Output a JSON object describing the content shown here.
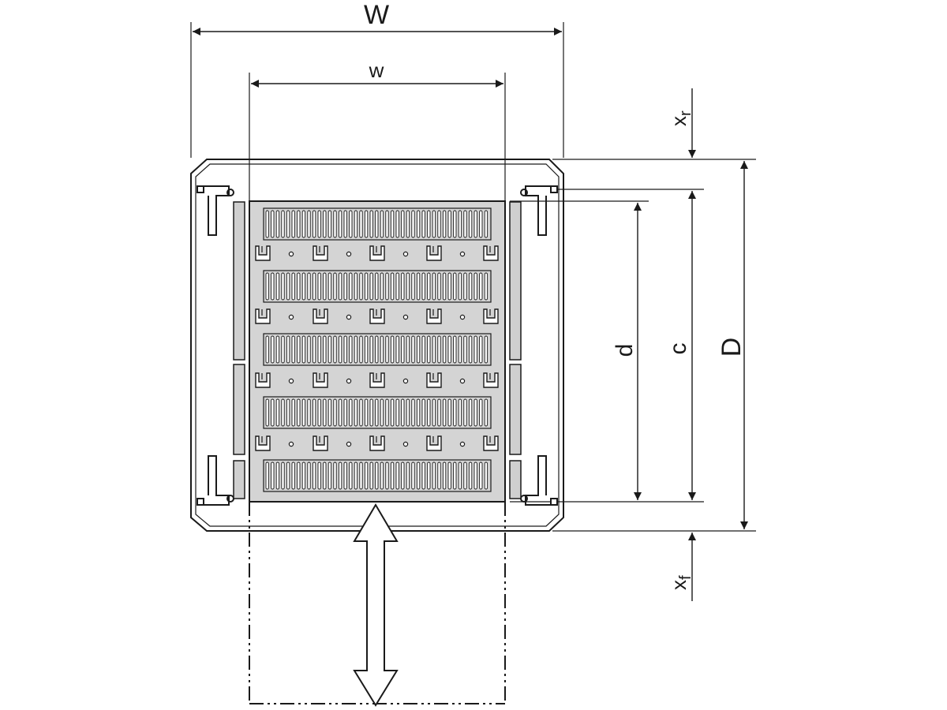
{
  "labels": {
    "W": "W",
    "w": "w",
    "xr_base": "x",
    "xr_sub": "r",
    "xf_base": "x",
    "xf_sub": "f",
    "d": "d",
    "c": "c",
    "D": "D"
  },
  "colors": {
    "line": "#1a1a1a",
    "shelf_fill": "#d4d4d4",
    "rail_fill": "#cfcfcf",
    "background": "#ffffff"
  },
  "icons": {
    "slide_direction": "double-arrow-icon"
  }
}
